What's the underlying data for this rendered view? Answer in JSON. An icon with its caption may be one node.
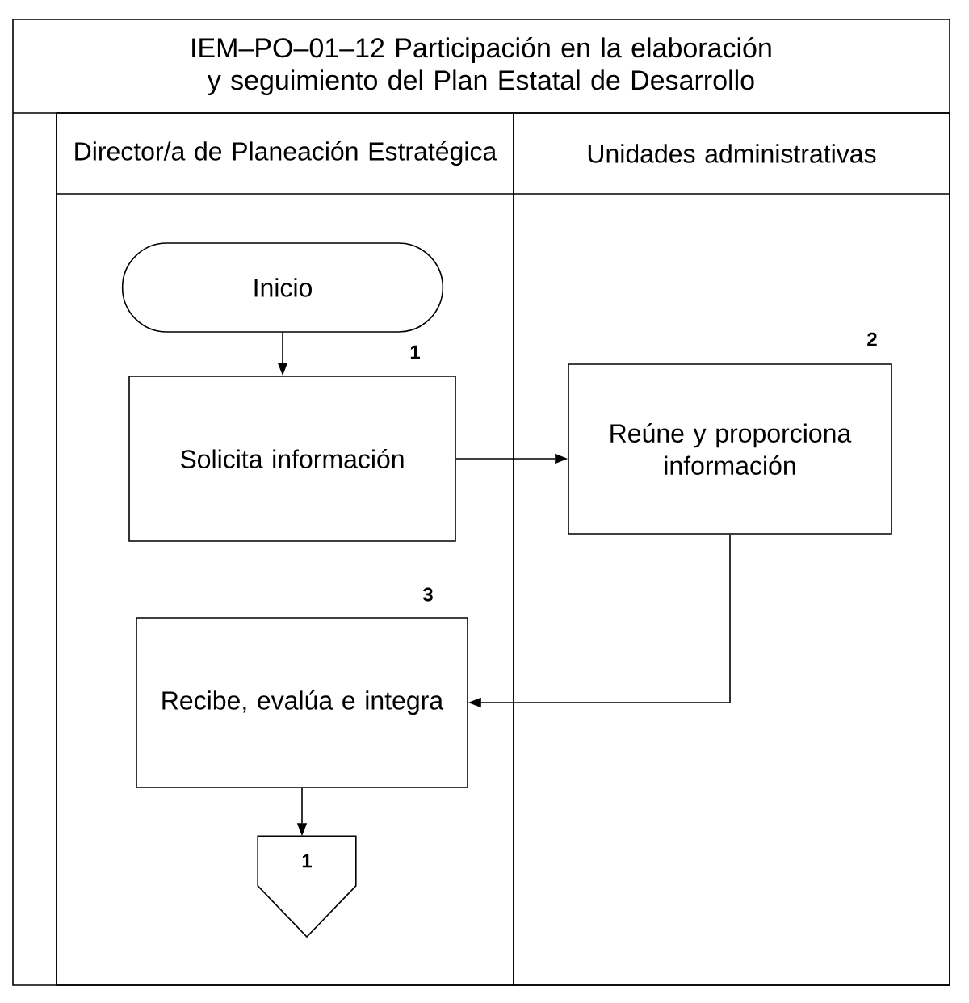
{
  "diagram": {
    "title": "IEM–PO–01–12 Participación en la elaboración y seguimiento del Plan Estatal de Desarrollo",
    "nodes": [
      {
        "text": [
          "Director/a de Planeación Estratégica"
        ]
      },
      {
        "text": [
          "Unidades administrativas"
        ]
      },
      {
        "text": [
          "Inicio"
        ],
        "in": 0
      },
      {
        "text": [
          "Solicita información"
        ],
        "in": 0,
        "beside": [
          "1"
        ]
      },
      {
        "text": [
          "Reúne y proporciona información"
        ],
        "in": 1,
        "beside": [
          "2"
        ]
      },
      {
        "text": [
          "Recibe, evalúa e integra"
        ],
        "in": 0,
        "beside": [
          "3"
        ]
      },
      {
        "text": [
          "1"
        ],
        "in": 0
      }
    ],
    "edges": [
      {
        "from": 2,
        "to": 3,
        "arrow": "to"
      },
      {
        "from": 3,
        "to": 4,
        "arrow": "to"
      },
      {
        "from": 4,
        "to": 5,
        "arrow": "to"
      },
      {
        "from": 5,
        "to": 6,
        "arrow": "to"
      }
    ]
  }
}
